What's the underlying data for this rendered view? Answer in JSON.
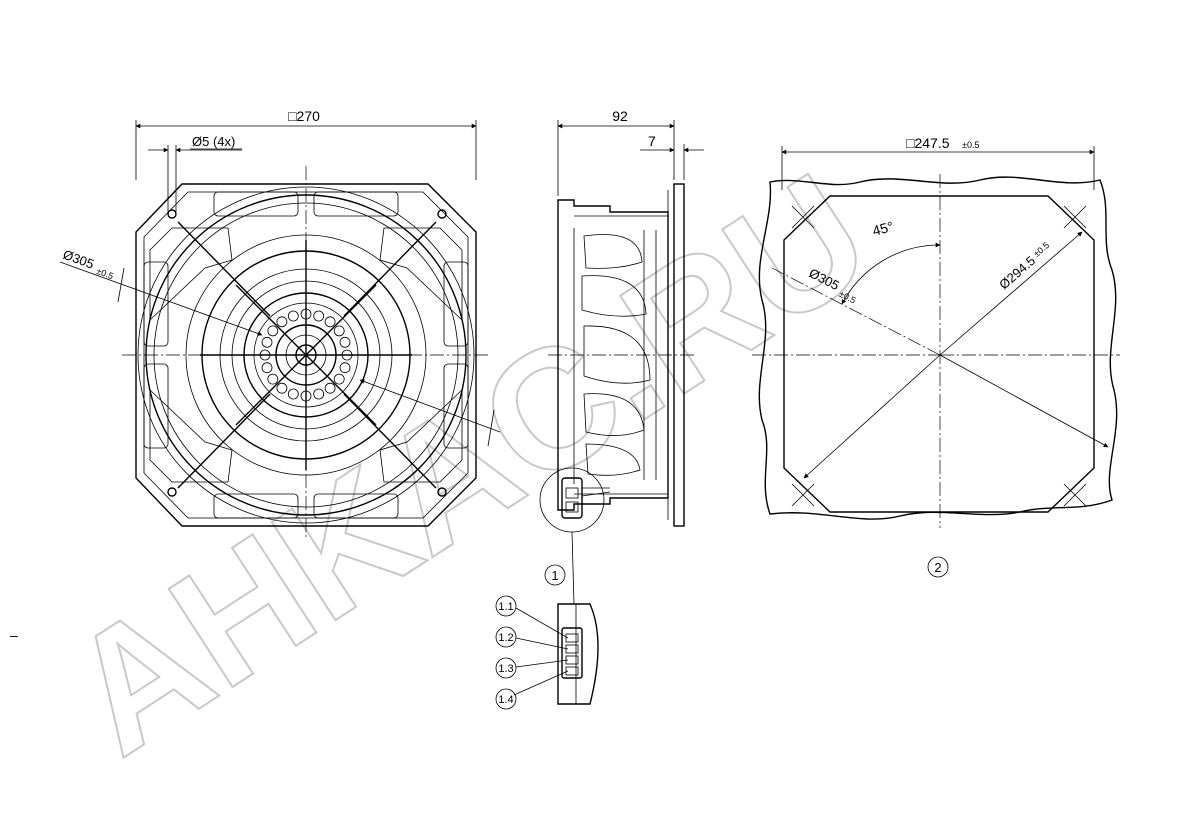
{
  "dimensions": {
    "front_width": "□270",
    "mount_holes": "Ø5 (4x)",
    "front_diameter": "Ø305",
    "front_diameter_tol": "±0.5",
    "side_depth": "92",
    "side_flange": "7",
    "cutout_square": "□247.5",
    "cutout_square_tol": "±0.5",
    "angle": "45°",
    "cutout_diameter_a": "Ø305",
    "cutout_diameter_a_tol": "±0.5",
    "cutout_diameter_b": "Ø294.5",
    "cutout_diameter_b_tol": "±0.5"
  },
  "callouts": {
    "detail_1": "1",
    "detail_2": "2",
    "pin_1": "1.1",
    "pin_2": "1.2",
    "pin_3": "1.3",
    "pin_4": "1.4"
  },
  "watermark": "AHKAC.RU",
  "margin_mark": "–"
}
